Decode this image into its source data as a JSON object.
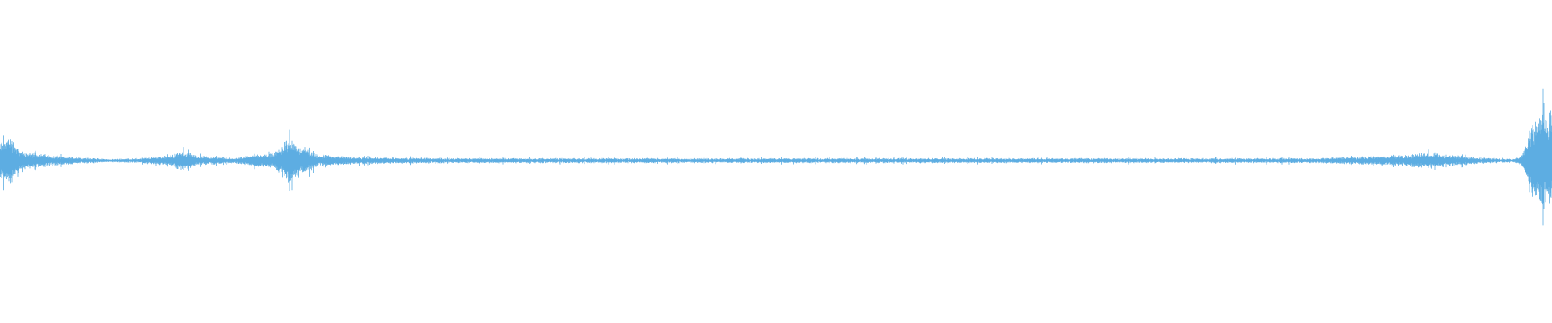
{
  "waveform": {
    "color": "#5dade2",
    "background": "#ffffff",
    "amplitude_profile": [
      {
        "t": 0.0,
        "a": 0.22
      },
      {
        "t": 0.006,
        "a": 0.3
      },
      {
        "t": 0.015,
        "a": 0.1
      },
      {
        "t": 0.04,
        "a": 0.05
      },
      {
        "t": 0.07,
        "a": 0.02
      },
      {
        "t": 0.09,
        "a": 0.03
      },
      {
        "t": 0.11,
        "a": 0.06
      },
      {
        "t": 0.118,
        "a": 0.12
      },
      {
        "t": 0.126,
        "a": 0.06
      },
      {
        "t": 0.15,
        "a": 0.03
      },
      {
        "t": 0.166,
        "a": 0.07
      },
      {
        "t": 0.176,
        "a": 0.08
      },
      {
        "t": 0.186,
        "a": 0.26
      },
      {
        "t": 0.194,
        "a": 0.18
      },
      {
        "t": 0.205,
        "a": 0.07
      },
      {
        "t": 0.23,
        "a": 0.04
      },
      {
        "t": 0.3,
        "a": 0.03
      },
      {
        "t": 0.6,
        "a": 0.03
      },
      {
        "t": 0.85,
        "a": 0.03
      },
      {
        "t": 0.9,
        "a": 0.06
      },
      {
        "t": 0.92,
        "a": 0.09
      },
      {
        "t": 0.95,
        "a": 0.04
      },
      {
        "t": 0.975,
        "a": 0.02
      },
      {
        "t": 0.98,
        "a": 0.05
      },
      {
        "t": 0.987,
        "a": 0.45
      },
      {
        "t": 0.993,
        "a": 0.7
      },
      {
        "t": 1.0,
        "a": 0.55
      }
    ]
  }
}
